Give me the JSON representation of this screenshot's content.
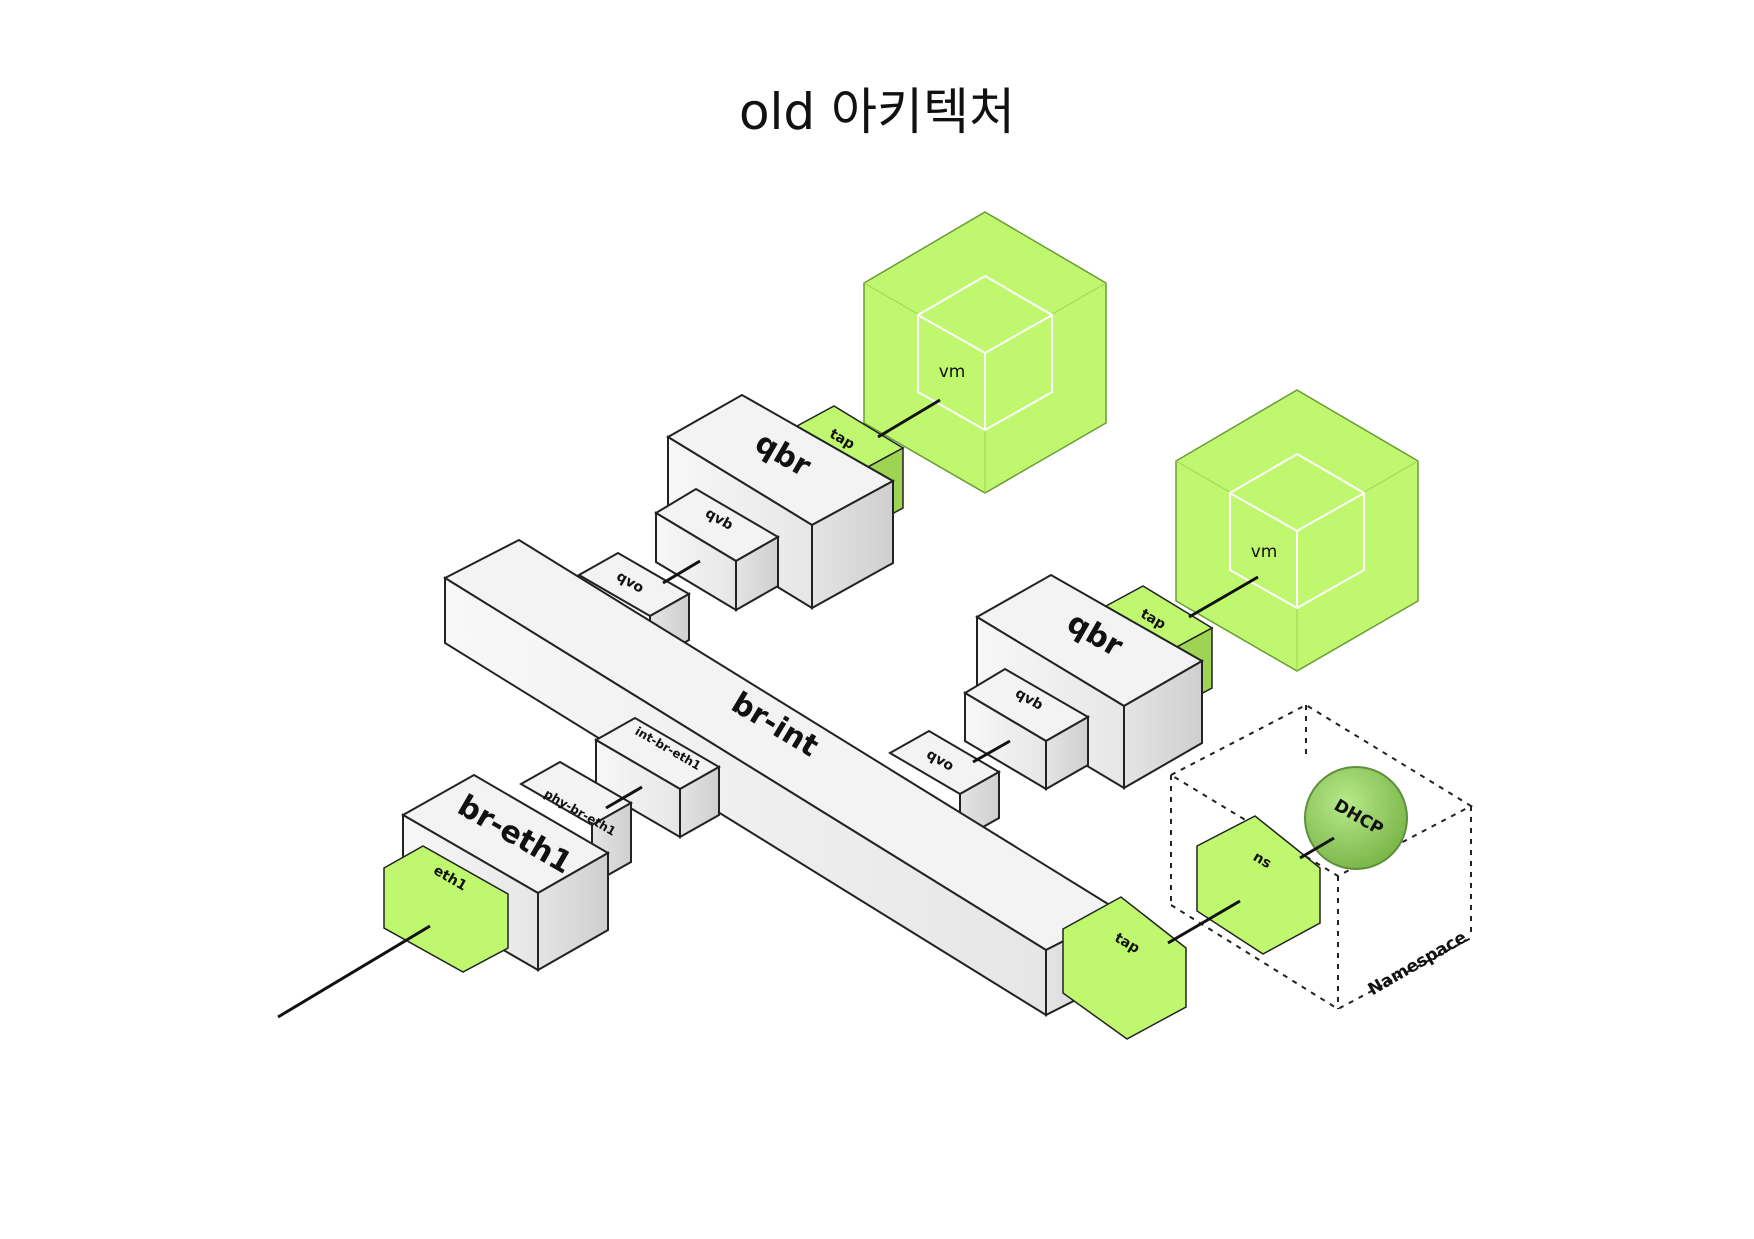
{
  "title": "old 아키텍처",
  "labels": {
    "vm_top": "vm",
    "vm_right": "vm",
    "tap_top": "tap",
    "tap_right": "tap",
    "qbr_top": "qbr",
    "qbr_right": "qbr",
    "qvb_top": "qvb",
    "qvb_right": "qvb",
    "qvo_top": "qvo",
    "qvo_right": "qvo",
    "br_int": "br-int",
    "int_br_eth1": "int-br-eth1",
    "phy_br_eth1": "phy-br-eth1",
    "br_eth1": "br-eth1",
    "eth1": "eth1",
    "tap_bottom": "tap",
    "ns": "ns",
    "dhcp": "DHCP",
    "namespace": "Namespace"
  },
  "colors": {
    "green": "#bff86f",
    "green_dark": "#9ed354",
    "box_top": "#f3f3f3",
    "box_left": "#ececec",
    "box_right": "#d8d8d8",
    "dhcp_fill": "#8fc75a"
  }
}
